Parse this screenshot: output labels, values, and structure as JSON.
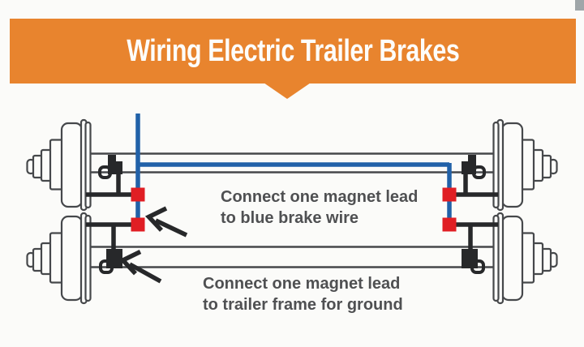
{
  "banner": {
    "title": "Wiring Electric Trailer Brakes",
    "background": "#E8842E",
    "text_color": "#FDFDFB"
  },
  "annotations": {
    "blue_wire": {
      "text": "Connect one magnet lead\nto blue brake wire"
    },
    "ground": {
      "text": "Connect one magnet lead\nto trailer frame for ground"
    }
  },
  "colors": {
    "brake_wire_blue": "#2161A8",
    "connector_red": "#E01E24",
    "magnet_lead_black": "#27282A",
    "axle_outline_grey": "#46484B",
    "hub_fill": "#FCFCFA",
    "annotation_text_grey": "#4F5052",
    "corner_artifact_grey": "#9FA6A9"
  }
}
